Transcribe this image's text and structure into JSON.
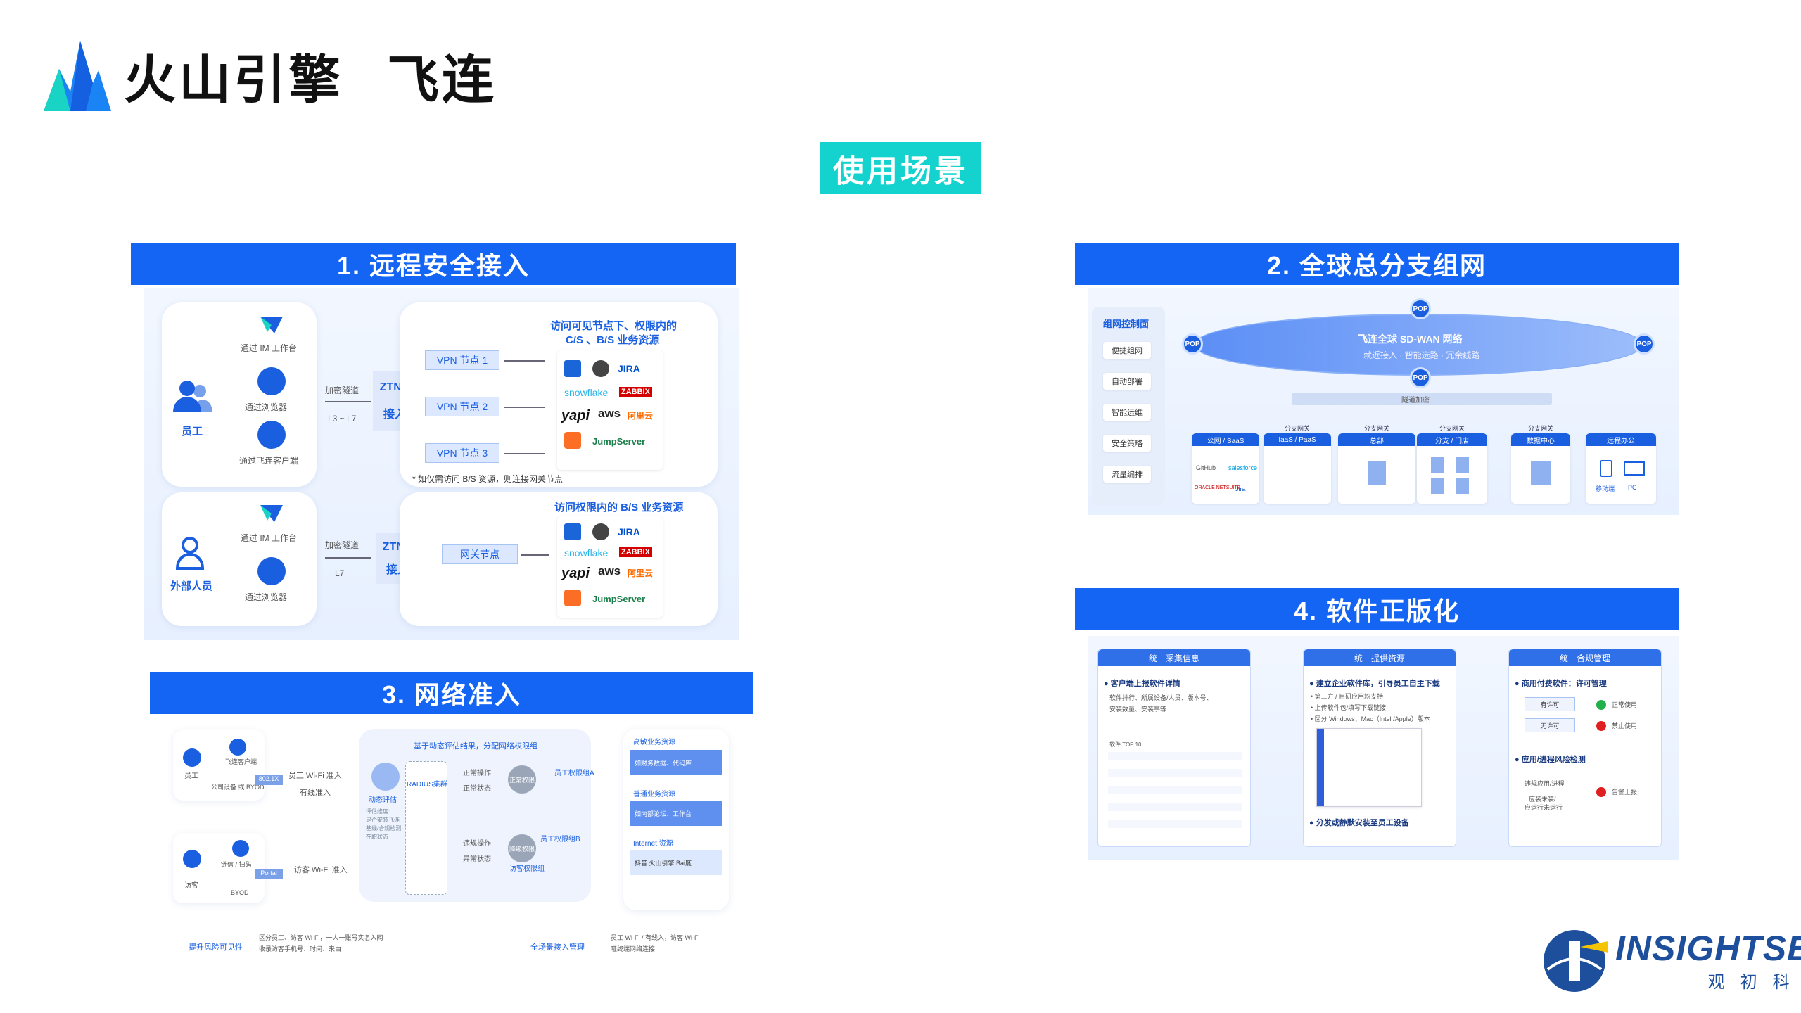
{
  "header": {
    "brand": "火山引擎",
    "product": "飞连"
  },
  "badge": "使用场景",
  "sections": {
    "s1": {
      "title": "1. 远程安全接入",
      "employee": "员工",
      "external": "外部人员",
      "im": "通过 IM 工作台",
      "browser": "通过浏览器",
      "client": "通过飞连客户端",
      "tunnel": "加密隧道",
      "l3l7": "L3 ~ L7",
      "l7": "L7",
      "ztna": "ZTNA",
      "access": "接入",
      "vpn1": "VPN 节点 1",
      "vpn2": "VPN 节点 2",
      "vpn3": "VPN 节点 3",
      "gateway": "网关节点",
      "res_title_1": "访问可见节点下、权限内的",
      "res_title_2": "C/S 、B/S 业务资源",
      "res_title_3": "访问权限内的 B/S 业务资源",
      "note": "* 如仅需访问 B/S 资源，则连接网关节点",
      "resources": [
        "JIRA",
        "snowflake",
        "ZABBIX",
        "yapi",
        "aws",
        "阿里云",
        "JumpServer"
      ]
    },
    "s2": {
      "title": "2. 全球总分支组网",
      "menu_title": "组网控制面",
      "menu": [
        "便捷组网",
        "自动部署",
        "智能运维",
        "安全策略",
        "流量编排"
      ],
      "network": "飞连全球 SD-WAN 网络",
      "features": "就近接入 · 智能选路 · 冗余线路",
      "pop": "POP",
      "encrypt": "隧道加密",
      "branches": [
        {
          "sub": "",
          "label": "公网 / SaaS"
        },
        {
          "sub": "分支网关",
          "label": "IaaS / PaaS"
        },
        {
          "sub": "分支网关",
          "label": "总部"
        },
        {
          "sub": "分支网关",
          "label": "分支 / 门店"
        },
        {
          "sub": "分支网关",
          "label": "数据中心"
        },
        {
          "sub": "",
          "label": "远程办公"
        }
      ],
      "saas": [
        "GitHub",
        "salesforce",
        "ORACLE NETSUITE",
        "Jira"
      ],
      "remote": [
        "移动端",
        "PC"
      ]
    },
    "s3": {
      "title": "3. 网络准入",
      "top_label": "基于动态评估结果，分配网络权限组",
      "employee": "员工",
      "employee_client": "飞连客户端",
      "employee_device": "公司设备 或 BYOD",
      "visitor": "访客",
      "visitor_way": "链信 / 扫码",
      "byod": "BYOD",
      "wifi_emp": "员工 Wi-Fi 准入",
      "wired": "有线准入",
      "dot1x": "802.1X",
      "portal": "Portal",
      "wifi_guest": "访客 Wi-Fi 准入",
      "dynamic": "动态评估",
      "eval_list": [
        "评估维度:",
        "是否安装飞连",
        "基线/合规检测",
        "在职状态"
      ],
      "radius": "RADIUS集群",
      "normal_op": "正常操作",
      "normal_state": "正常状态",
      "normal_perm": "正常权限",
      "violate_op": "违规操作",
      "abnormal_state": "异常状态",
      "downgrade": "降级权限",
      "group_a": "员工权限组A",
      "group_b": "员工权限组B",
      "guest_group": "访客权限组",
      "res_high": "高敏业务资源",
      "res_high_items": "如财务数据、代码库",
      "res_normal": "普通业务资源",
      "res_normal_items": "如内部论坛、工作台",
      "res_internet": "Internet 资源",
      "res_internet_items": "抖音  火山引擎  Bai度",
      "bottom_1": "提升风险可见性",
      "bottom_1a": "区分员工、访客 Wi-Fi，一人一账号实名入网",
      "bottom_1b": "收录访客手机号、时间、来由",
      "bottom_2": "全场景接入管理",
      "bottom_2a": "员工 Wi-Fi / 有线入，访客 Wi-Fi",
      "bottom_2b": "哑终端网络连接"
    },
    "s4": {
      "title": "4. 软件正版化",
      "col1_hd": "统一采集信息",
      "col1_t": "● 客户端上报软件详情",
      "col1_d1": "软件排行、所属设备/人员、版本号、",
      "col1_d2": "安装数量、安装事等",
      "col1_top": "软件 TOP 10",
      "col2_hd": "统一提供资源",
      "col2_t": "● 建立企业软件库，引导员工自主下载",
      "col2_d1": "• 第三方 / 自研应用均支持",
      "col2_d2": "• 上传软件包/填写下载链接",
      "col2_d3": "• 区分 Windows、Mac（Intel /Apple）版本",
      "col2_b": "● 分发或静默安装至员工设备",
      "col3_hd": "统一合规管理",
      "col3_t": "● 商用付费软件：许可管理",
      "licensed": "有许可",
      "unlicensed": "无许可",
      "normal_use": "正常使用",
      "forbid_use": "禁止使用",
      "col3_t2": "● 应用/进程风险检测",
      "violate": "违规应用/进程",
      "should_install": "应装未装/",
      "should_run": "应运行未运行",
      "alarm": "告警上报"
    }
  },
  "footer": {
    "insight": "INSIGHTSEC",
    "insight_cn": "观初科技"
  },
  "colors": {
    "accent": "#1565f4",
    "teal": "#14d3cf",
    "navy": "#1d4f9c"
  }
}
